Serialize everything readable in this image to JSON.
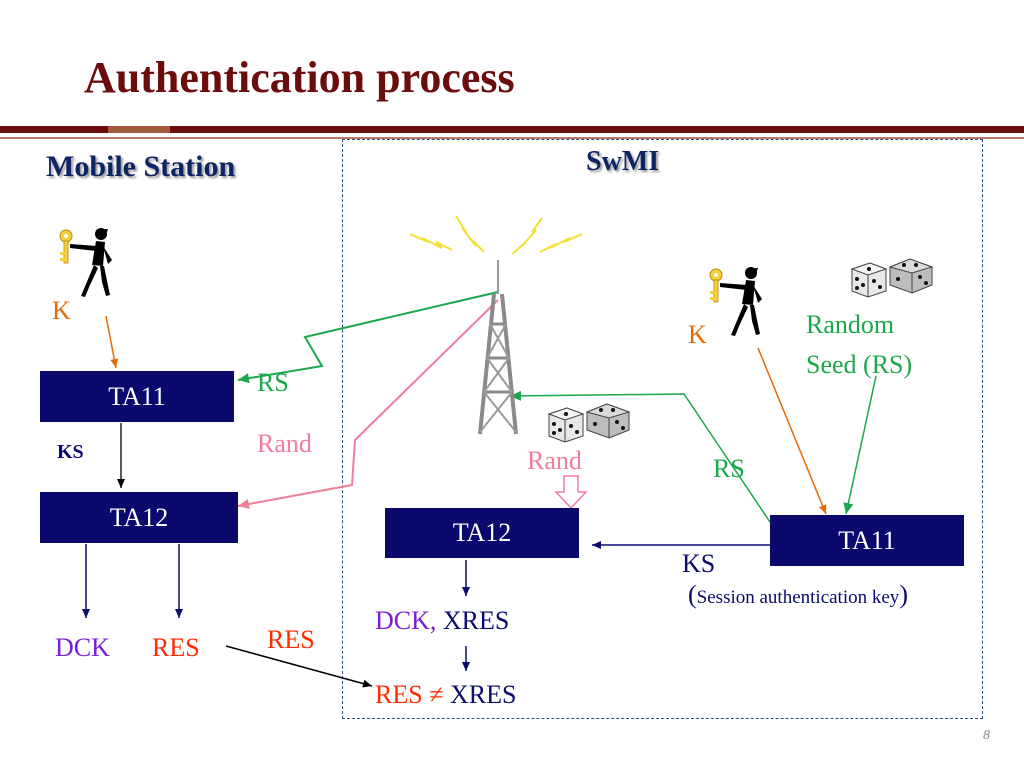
{
  "slide": {
    "title": "Authentication process",
    "page_number": "8"
  },
  "mobile_station": {
    "heading": "Mobile Station",
    "key_label": "K",
    "ta11_label": "TA11",
    "ks_label": "KS",
    "ta12_label": "TA12",
    "dck_label": "DCK",
    "res_label": "RES"
  },
  "swmi": {
    "heading": "SwMI",
    "key_label": "K",
    "random_seed_line1": "Random",
    "random_seed_line2": "Seed (RS)",
    "ta11_label": "TA11",
    "ta12_label": "TA12",
    "ks_label": "KS",
    "session_key_open": "(",
    "session_key_text": "Session authentication key",
    "session_key_close": ")",
    "rand_label": "Rand",
    "rs_label": "RS",
    "dck_label": "DCK,",
    "xres_label": "XRES",
    "compare_res": "RES",
    "compare_neq": "≠",
    "compare_xres": "XRES"
  },
  "links": {
    "rs_label": "RS",
    "rand_label": "Rand",
    "res_label": "RES"
  },
  "colors": {
    "title": "#6b0d0d",
    "box": "#0a0a6e",
    "key": "#e36c09",
    "green": "#1aa84a",
    "pink": "#f07f9a",
    "red": "#ff2a00",
    "purple": "#7a1fd6",
    "navy": "#0a0a6e"
  },
  "icons": [
    "person-with-key-icon",
    "radio-tower-icon",
    "dice-icon"
  ]
}
